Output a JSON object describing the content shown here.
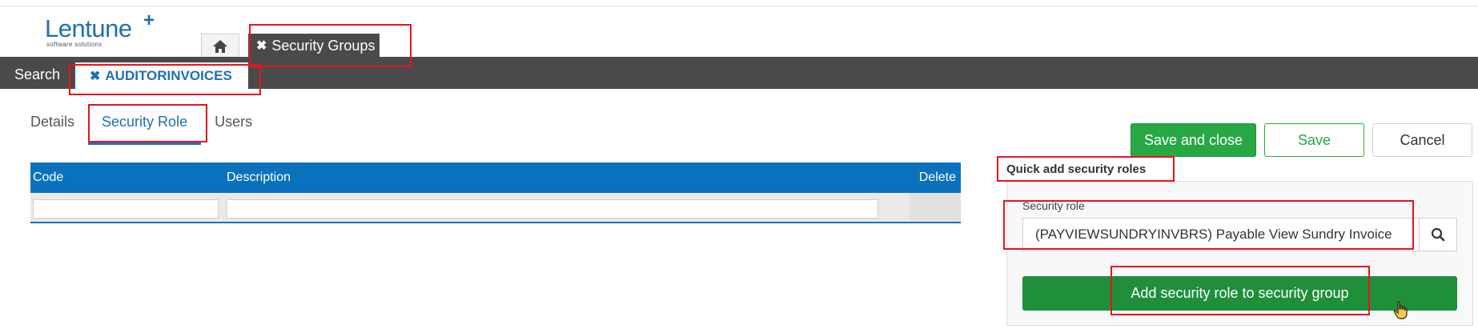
{
  "logo": {
    "text": "Lentune",
    "plus": "+",
    "sub": "software solutions"
  },
  "top_tabs": {
    "home_icon": "home-icon",
    "doc_tab": {
      "close": "✖",
      "label": "Security Groups"
    }
  },
  "nav": {
    "search_label": "Search",
    "record_tab": {
      "close": "✖",
      "label": "AUDITORINVOICES"
    }
  },
  "subtabs": [
    {
      "label": "Details",
      "active": false
    },
    {
      "label": "Security Role",
      "active": true
    },
    {
      "label": "Users",
      "active": false
    }
  ],
  "grid": {
    "columns": {
      "code": "Code",
      "description": "Description",
      "delete": "Delete"
    }
  },
  "actions": {
    "save_close": "Save and close",
    "save": "Save",
    "cancel": "Cancel"
  },
  "quick_add": {
    "title": "Quick add security roles",
    "field_label": "Security role",
    "field_value": "(PAYVIEWSUNDRYINVBRS) Payable View Sundry Invoice",
    "search_icon": "search-icon",
    "add_button": "Add security role to security group"
  },
  "colors": {
    "brand": "#1f6fb6",
    "dark_bar": "#4a4a4a",
    "grid_header": "#0a72bd",
    "success": "#27a845",
    "highlight": "#e8131b"
  }
}
